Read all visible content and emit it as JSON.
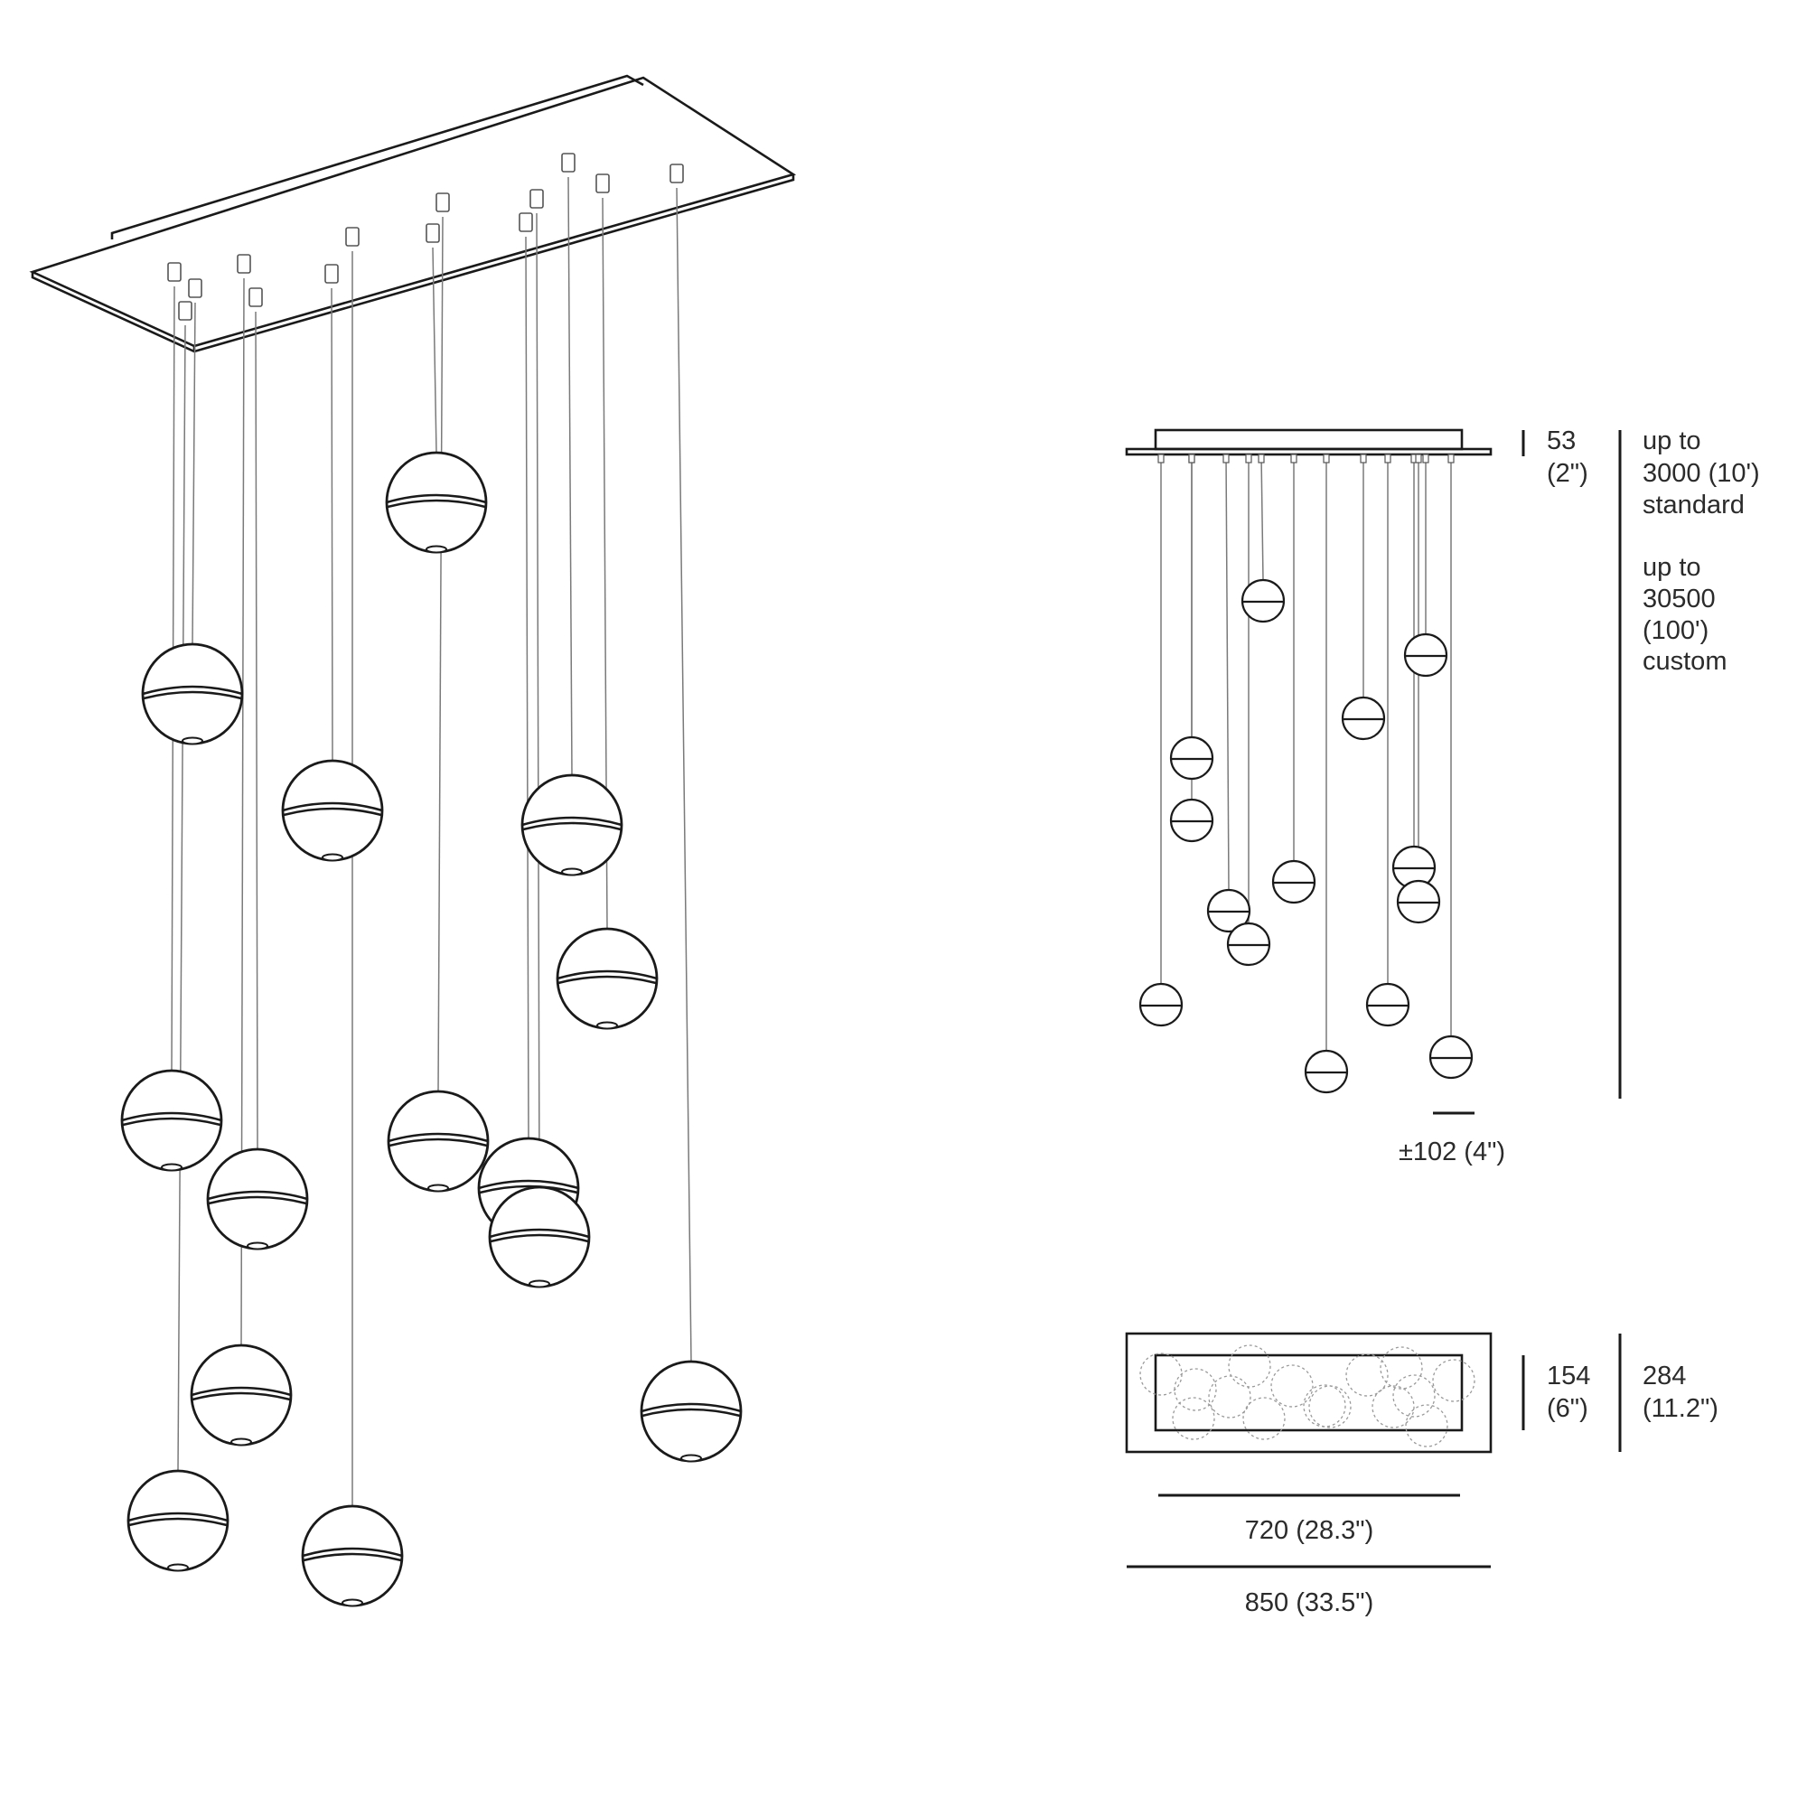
{
  "dimensions": {
    "canopy_height": {
      "mm": "53",
      "in": "(2\")"
    },
    "overall_drop": {
      "standard": [
        "up to",
        "3000 (10')",
        "standard"
      ],
      "custom": [
        "up to",
        "30500",
        "(100')",
        "custom"
      ]
    },
    "drop_tolerance": "±102 (4\")",
    "plan_inner_depth": {
      "mm": "154",
      "in": "(6\")"
    },
    "plan_outer_depth": {
      "mm": "284",
      "in": "(11.2\")"
    },
    "plan_inner_width": "720 (28.3\")",
    "plan_outer_width": "850 (33.5\")"
  }
}
